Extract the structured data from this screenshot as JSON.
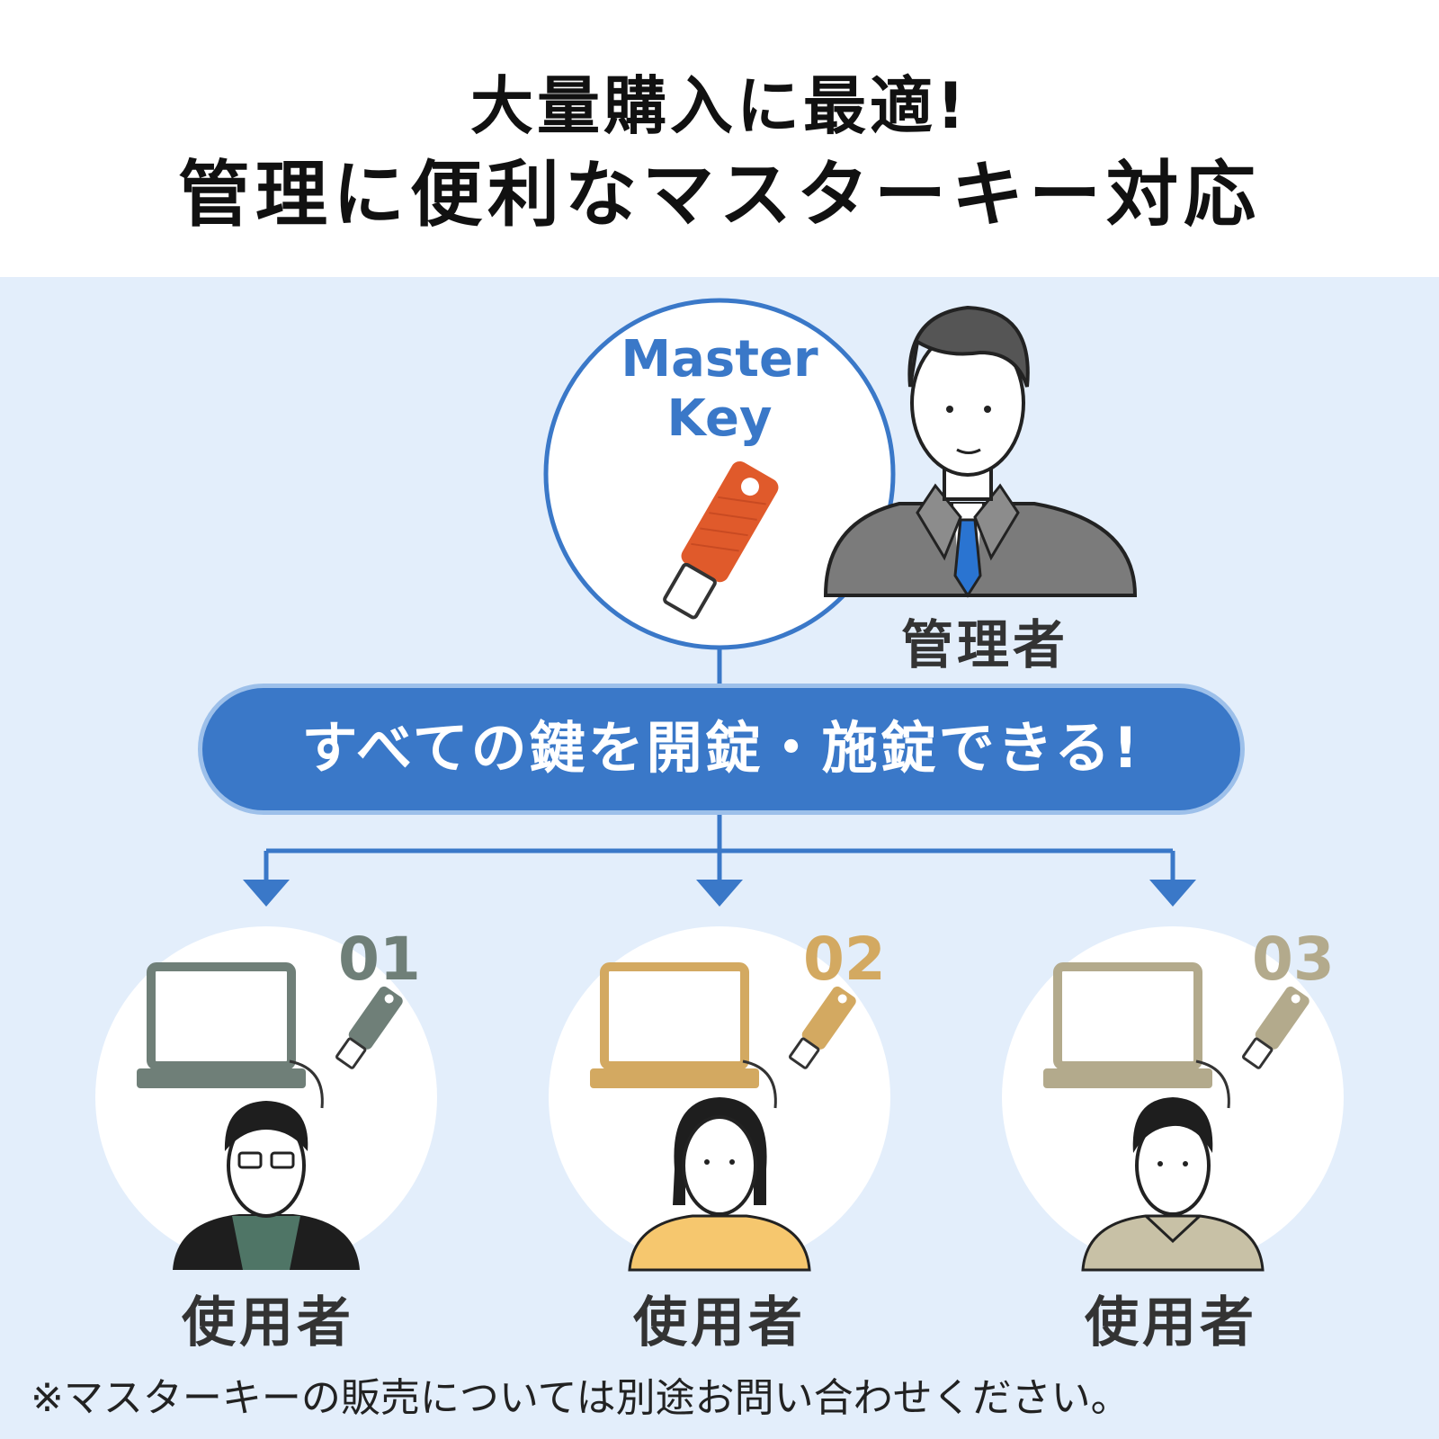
{
  "header": {
    "title_line1": "大量購入に最適!",
    "title_line2": "管理に便利なマスターキー対応"
  },
  "master_key": {
    "label": "Master Key",
    "admin_label": "管理者",
    "key_color": "#e05a2b"
  },
  "banner": {
    "text": "すべての鍵を開錠・施錠できる!"
  },
  "users": [
    {
      "number": "01",
      "label": "使用者",
      "color": "#6f7f78"
    },
    {
      "number": "02",
      "label": "使用者",
      "color": "#d3a961"
    },
    {
      "number": "03",
      "label": "使用者",
      "color": "#b3aa8c"
    }
  ],
  "footnote": "※マスターキーの販売については別途お問い合わせください。",
  "colors": {
    "accent": "#3a78c8",
    "panel_bg": "#e3eefb",
    "banner_border": "#9dc0ea"
  }
}
